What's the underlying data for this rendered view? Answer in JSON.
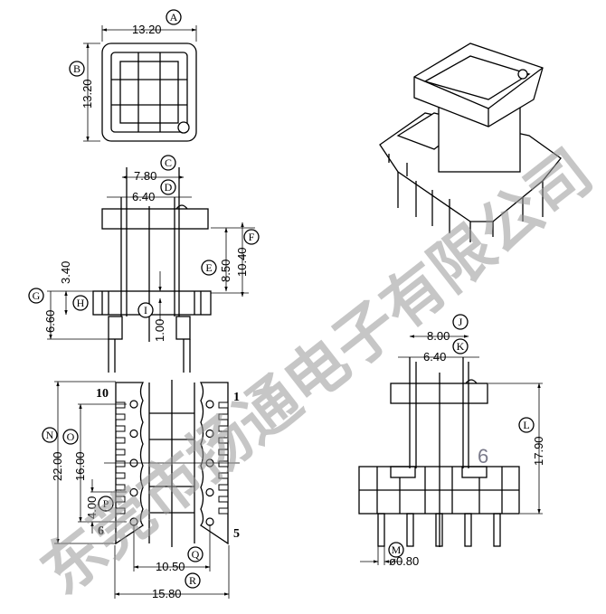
{
  "drawing": {
    "top_view": {
      "width_label": "A",
      "width": "13.20",
      "height_label": "B",
      "height": "13.20"
    },
    "side_view": {
      "C": "7.80",
      "D": "6.40",
      "E": "8.50",
      "F": "10.40",
      "G": "6.60",
      "H": "3.40",
      "I": "1.00",
      "labels": {
        "C": "C",
        "D": "D",
        "E": "E",
        "F": "F",
        "G": "G",
        "H": "H",
        "I": "I"
      }
    },
    "bottom_view": {
      "N": "22.00",
      "O": "16.00",
      "P": "4.00",
      "Q": "10.50",
      "R": "15.80",
      "labels": {
        "N": "N",
        "O": "O",
        "P": "P",
        "Q": "Q",
        "R": "R"
      },
      "pins": {
        "p10": "10",
        "p1": "1",
        "p6": "6",
        "p5": "5"
      }
    },
    "front_view": {
      "J": "8.00",
      "K": "6.40",
      "L": "17.90",
      "M": "ø0.80",
      "labels": {
        "J": "J",
        "K": "K",
        "L": "L",
        "M": "M"
      },
      "marker": "6"
    },
    "watermark": "东莞市扬通电子有限公司"
  }
}
